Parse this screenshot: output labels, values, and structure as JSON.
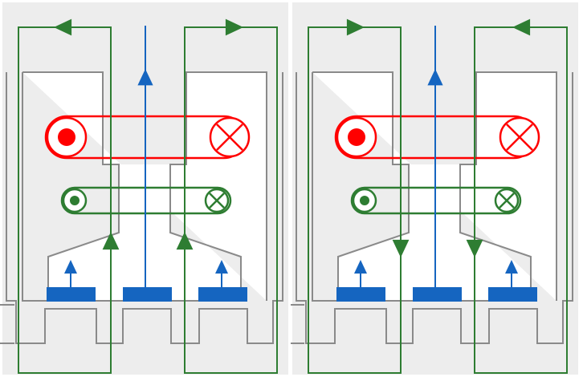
{
  "colors": {
    "background": "#ffffff",
    "panel_fill": "#ededed",
    "core_stroke": "#8a8a8a",
    "core_fill": "#ffffff",
    "primary_coil": "#ff0000",
    "secondary_coil": "#2e7d32",
    "flux_line": "#2e7d32",
    "main_flux": "#1565c0",
    "magnet": "#1565c0"
  },
  "panels": [
    {
      "id": "left",
      "side_flux_direction": "up",
      "main_flux_direction": "up",
      "outer_loops": [
        "counterclockwise-left",
        "clockwise-right"
      ],
      "primary_coil_current": [
        "dot",
        "cross"
      ],
      "secondary_coil_current": [
        "dot",
        "cross"
      ]
    },
    {
      "id": "right",
      "side_flux_direction": "down",
      "main_flux_direction": "up",
      "outer_loops": [
        "clockwise-left",
        "counterclockwise-right"
      ],
      "primary_coil_current": [
        "dot",
        "cross"
      ],
      "secondary_coil_current": [
        "dot",
        "cross"
      ]
    }
  ],
  "icons": {
    "current_out": "dot-icon",
    "current_in": "cross-icon",
    "arrow": "triangle-arrow-icon"
  }
}
